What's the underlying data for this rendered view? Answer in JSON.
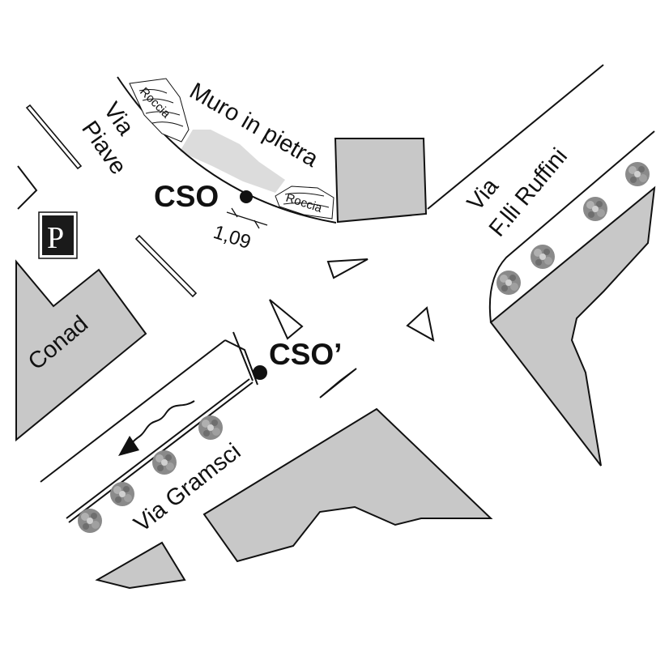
{
  "map": {
    "streets": {
      "via_piave": [
        "Via",
        "Piave"
      ],
      "via_ruffini": [
        "Via",
        "F.lli Ruffini"
      ],
      "via_gramsci": "Via Gramsci"
    },
    "labels": {
      "muro": "Muro in pietra",
      "roccia": "Roccia",
      "conad": "Conad",
      "parking": "P"
    },
    "points": {
      "cso": "CSO",
      "cso_prime": "CSO’"
    },
    "dimension": "1,09"
  }
}
